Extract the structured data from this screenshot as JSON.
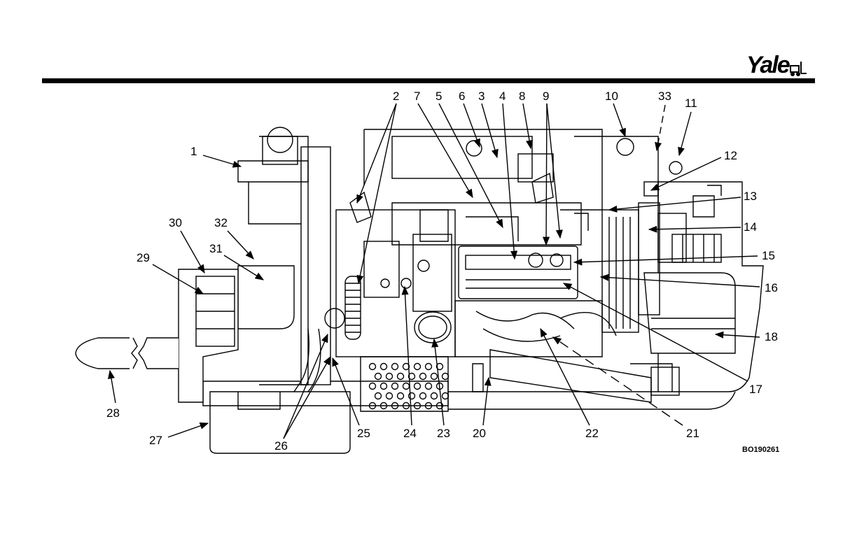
{
  "header": {
    "logo_text": "Yale",
    "figure_code": "BO190261"
  },
  "callouts": [
    "1",
    "2",
    "3",
    "4",
    "5",
    "6",
    "7",
    "8",
    "9",
    "10",
    "11",
    "12",
    "13",
    "14",
    "15",
    "16",
    "17",
    "18",
    "20",
    "21",
    "22",
    "23",
    "24",
    "25",
    "26",
    "27",
    "28",
    "29",
    "30",
    "31",
    "32",
    "33"
  ]
}
